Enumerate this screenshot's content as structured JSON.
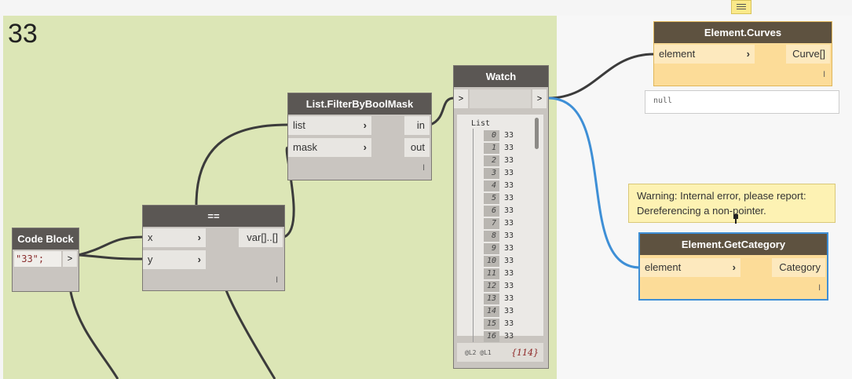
{
  "group": {
    "title": "33",
    "color": "#dce6b6"
  },
  "nodes": {
    "code_block": {
      "title": "Code Block",
      "code": "\"33\";",
      "out": ">"
    },
    "equals": {
      "title": "==",
      "in1": "x",
      "in2": "y",
      "out": "var[]..[]",
      "lacing": "l"
    },
    "filter": {
      "title": "List.FilterByBoolMask",
      "in1": "list",
      "in2": "mask",
      "out1": "in",
      "out2": "out",
      "lacing": "l"
    },
    "watch": {
      "title": "Watch",
      "in": ">",
      "out": ">",
      "list_label": "List",
      "items": [
        {
          "i": "0",
          "v": "33"
        },
        {
          "i": "1",
          "v": "33"
        },
        {
          "i": "2",
          "v": "33"
        },
        {
          "i": "3",
          "v": "33"
        },
        {
          "i": "4",
          "v": "33"
        },
        {
          "i": "5",
          "v": "33"
        },
        {
          "i": "6",
          "v": "33"
        },
        {
          "i": "7",
          "v": "33"
        },
        {
          "i": "8",
          "v": "33"
        },
        {
          "i": "9",
          "v": "33"
        },
        {
          "i": "10",
          "v": "33"
        },
        {
          "i": "11",
          "v": "33"
        },
        {
          "i": "12",
          "v": "33"
        },
        {
          "i": "13",
          "v": "33"
        },
        {
          "i": "14",
          "v": "33"
        },
        {
          "i": "15",
          "v": "33"
        },
        {
          "i": "16",
          "v": "33"
        }
      ],
      "footer_levels": "@L2 @L1",
      "footer_count": "{114}"
    },
    "element_curves": {
      "title": "Element.Curves",
      "in": "element",
      "out": "Curve[]",
      "lacing": "l",
      "preview": "null"
    },
    "get_category": {
      "title": "Element.GetCategory",
      "in": "element",
      "out": "Category",
      "lacing": "l"
    }
  },
  "warning": {
    "line1": "Warning: Internal error, please report:",
    "line2": "Dereferencing a non-pointer."
  },
  "colors": {
    "wire": "#3b3b3b",
    "selected_wire": "#3e8fd6",
    "warning_bg": "#fdf2b3",
    "header": "#5b5754"
  }
}
